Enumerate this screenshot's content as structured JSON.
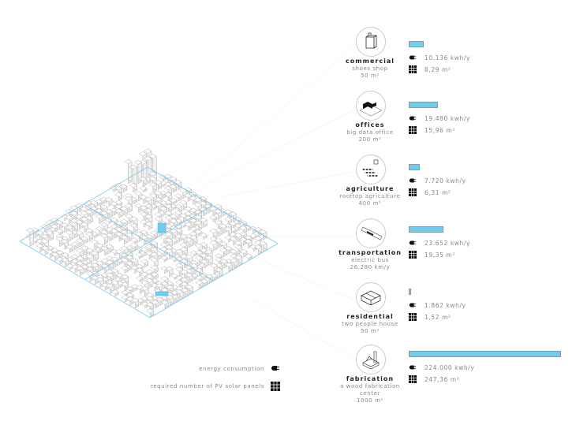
{
  "categories": [
    {
      "name": "commercial",
      "subtitle": [
        "shoes shop",
        "50 m²"
      ],
      "energy": "10.136 kwh/y",
      "panels": "8,29 m²",
      "bar_fraction": 0.1,
      "icon": "shopping-bag-icon"
    },
    {
      "name": "offices",
      "subtitle": [
        "big data office",
        "200 m²"
      ],
      "energy": "19.480 kwh/y",
      "panels": "15,96 m²",
      "bar_fraction": 0.19,
      "icon": "server-building-icon"
    },
    {
      "name": "agriculture",
      "subtitle": [
        "rooftop agriculture",
        "400 m²"
      ],
      "energy": "7.720 kwh/y",
      "panels": "6,31 m²",
      "bar_fraction": 0.075,
      "icon": "plant-rows-icon"
    },
    {
      "name": "transportation",
      "subtitle": [
        "electric bus",
        "26.280 km/y"
      ],
      "energy": "23.652 kwh/y",
      "panels": "19,35 m²",
      "bar_fraction": 0.23,
      "icon": "bus-icon"
    },
    {
      "name": "residential",
      "subtitle": [
        "two people house",
        "50 m²"
      ],
      "energy": "1.862 kwh/y",
      "panels": "1,52 m²",
      "bar_fraction": 0.018,
      "icon": "house-icon"
    },
    {
      "name": "fabrication",
      "subtitle": [
        "a wood fabrication",
        "center",
        "1000 m²"
      ],
      "energy": "224.000 kwh/y",
      "panels": "247,36 m²",
      "bar_fraction": 1.0,
      "icon": "factory-icon"
    }
  ],
  "legend": {
    "energy_label": "energy consumption",
    "panels_label": "required number of PV solar panels"
  },
  "colors": {
    "accent": "#6fcdee",
    "grid": "#7cc8ec",
    "building": "#999999"
  }
}
